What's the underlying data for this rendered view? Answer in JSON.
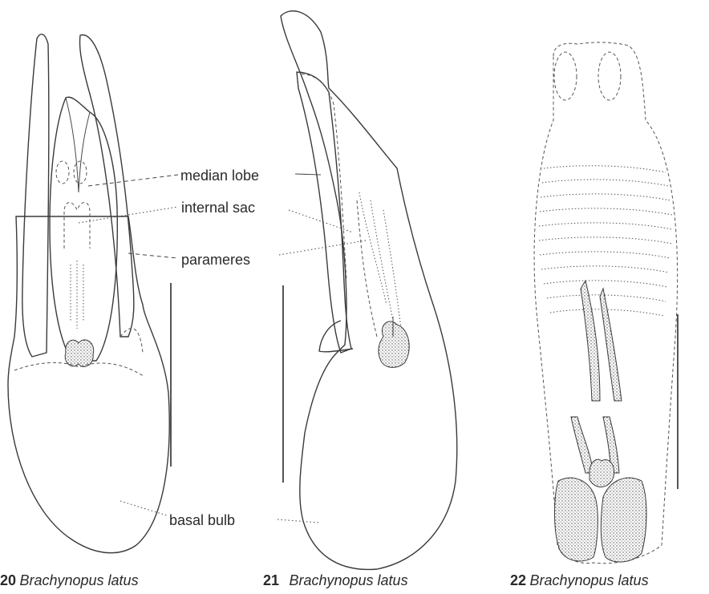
{
  "labels": {
    "median_lobe": "median lobe",
    "internal_sac": "internal sac",
    "parameres": "parameres",
    "basal_bulb": "basal bulb"
  },
  "captions": [
    {
      "number": "20",
      "name": "Brachynopus latus"
    },
    {
      "number": "21",
      "name": "Brachynopus latus"
    },
    {
      "number": "22",
      "name": "Brachynopus latus"
    }
  ],
  "colors": {
    "ink": "#2a2a2a",
    "background": "#ffffff"
  }
}
